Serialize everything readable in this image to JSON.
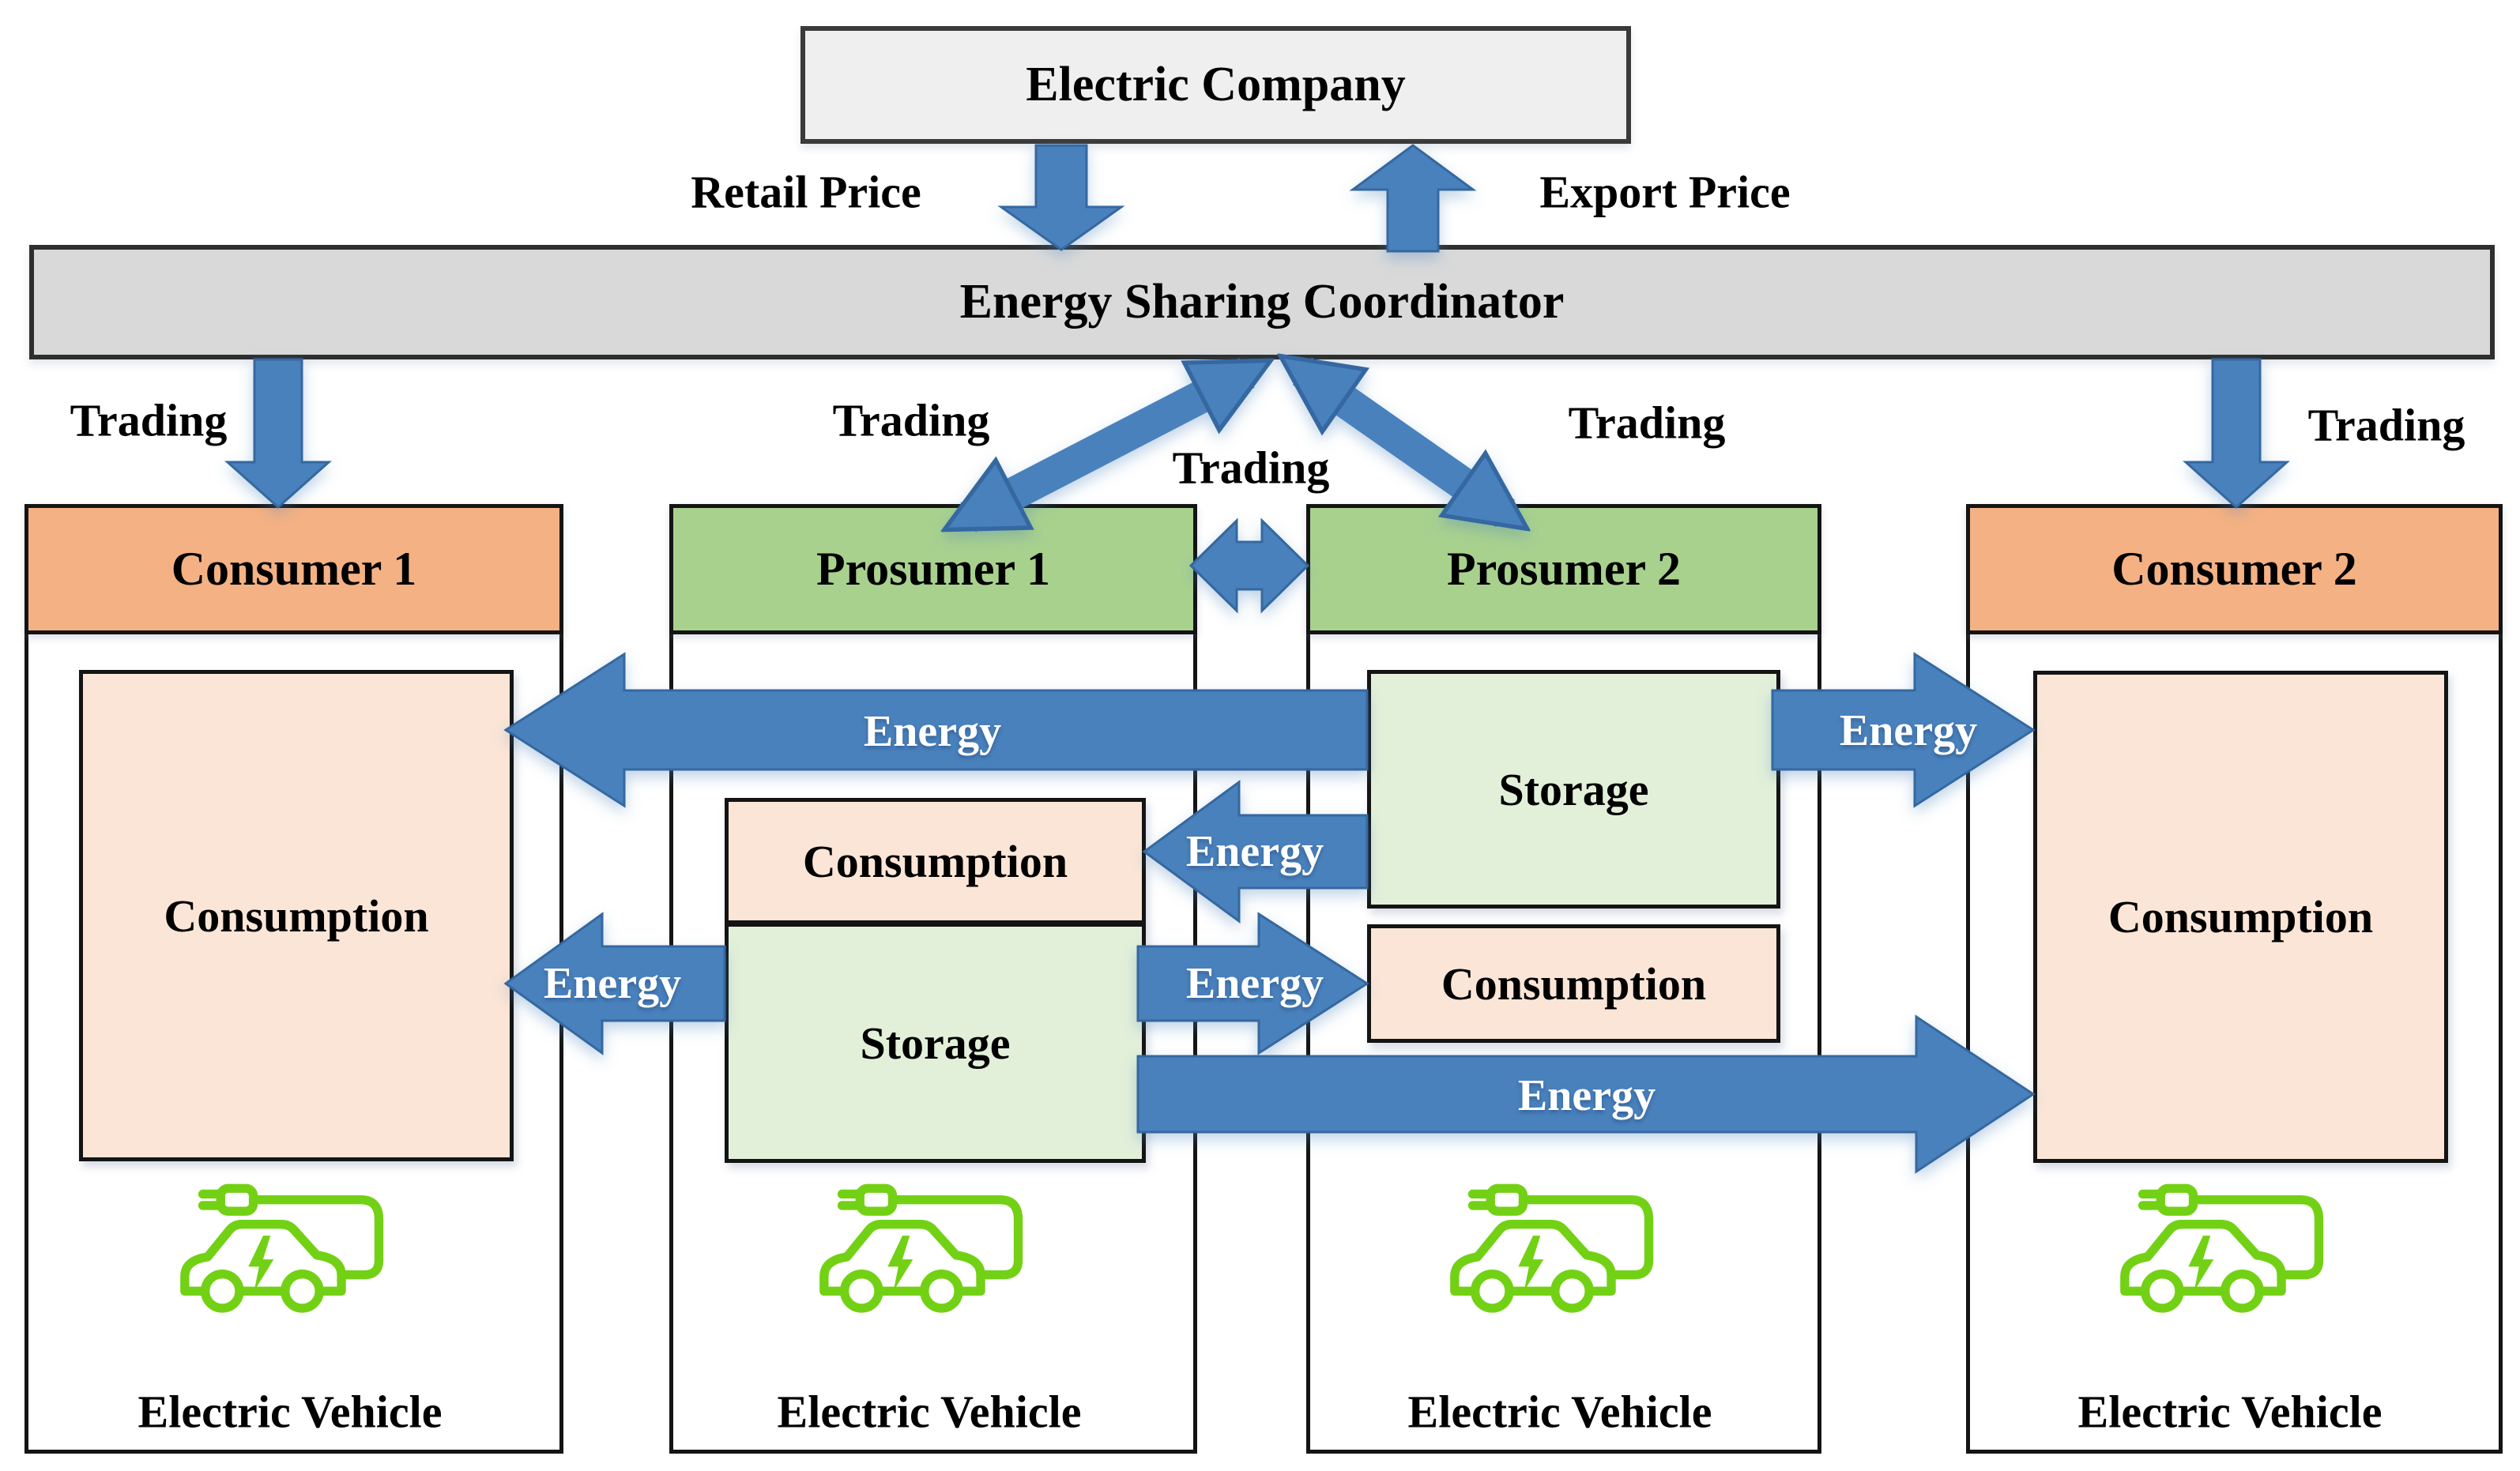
{
  "labels": {
    "electric_company": "Electric Company",
    "coordinator": "Energy Sharing Coordinator",
    "retail_price": "Retail Price",
    "export_price": "Export Price",
    "trading": "Trading",
    "energy": "Energy",
    "electric_vehicle": "Electric Vehicle"
  },
  "units": [
    {
      "title": "Consumer 1",
      "kind": "consumer",
      "boxes": [
        "Consumption"
      ]
    },
    {
      "title": "Prosumer 1",
      "kind": "prosumer",
      "boxes": [
        "Consumption",
        "Storage"
      ]
    },
    {
      "title": "Prosumer 2",
      "kind": "prosumer",
      "boxes": [
        "Storage",
        "Consumption"
      ]
    },
    {
      "title": "Consumer 2",
      "kind": "consumer",
      "boxes": [
        "Consumption"
      ]
    }
  ],
  "colors": {
    "arrow_blue": "#4a81bd",
    "arrow_blue_dark": "#3568a0",
    "consumer_header": "#f4b183",
    "prosumer_header": "#a9d18e",
    "consumption_fill": "#fbe5d6",
    "storage_fill": "#e2f0d9",
    "coordinator_fill": "#d9d9d9",
    "company_fill": "#efefef",
    "ev_green": "#72d114"
  }
}
